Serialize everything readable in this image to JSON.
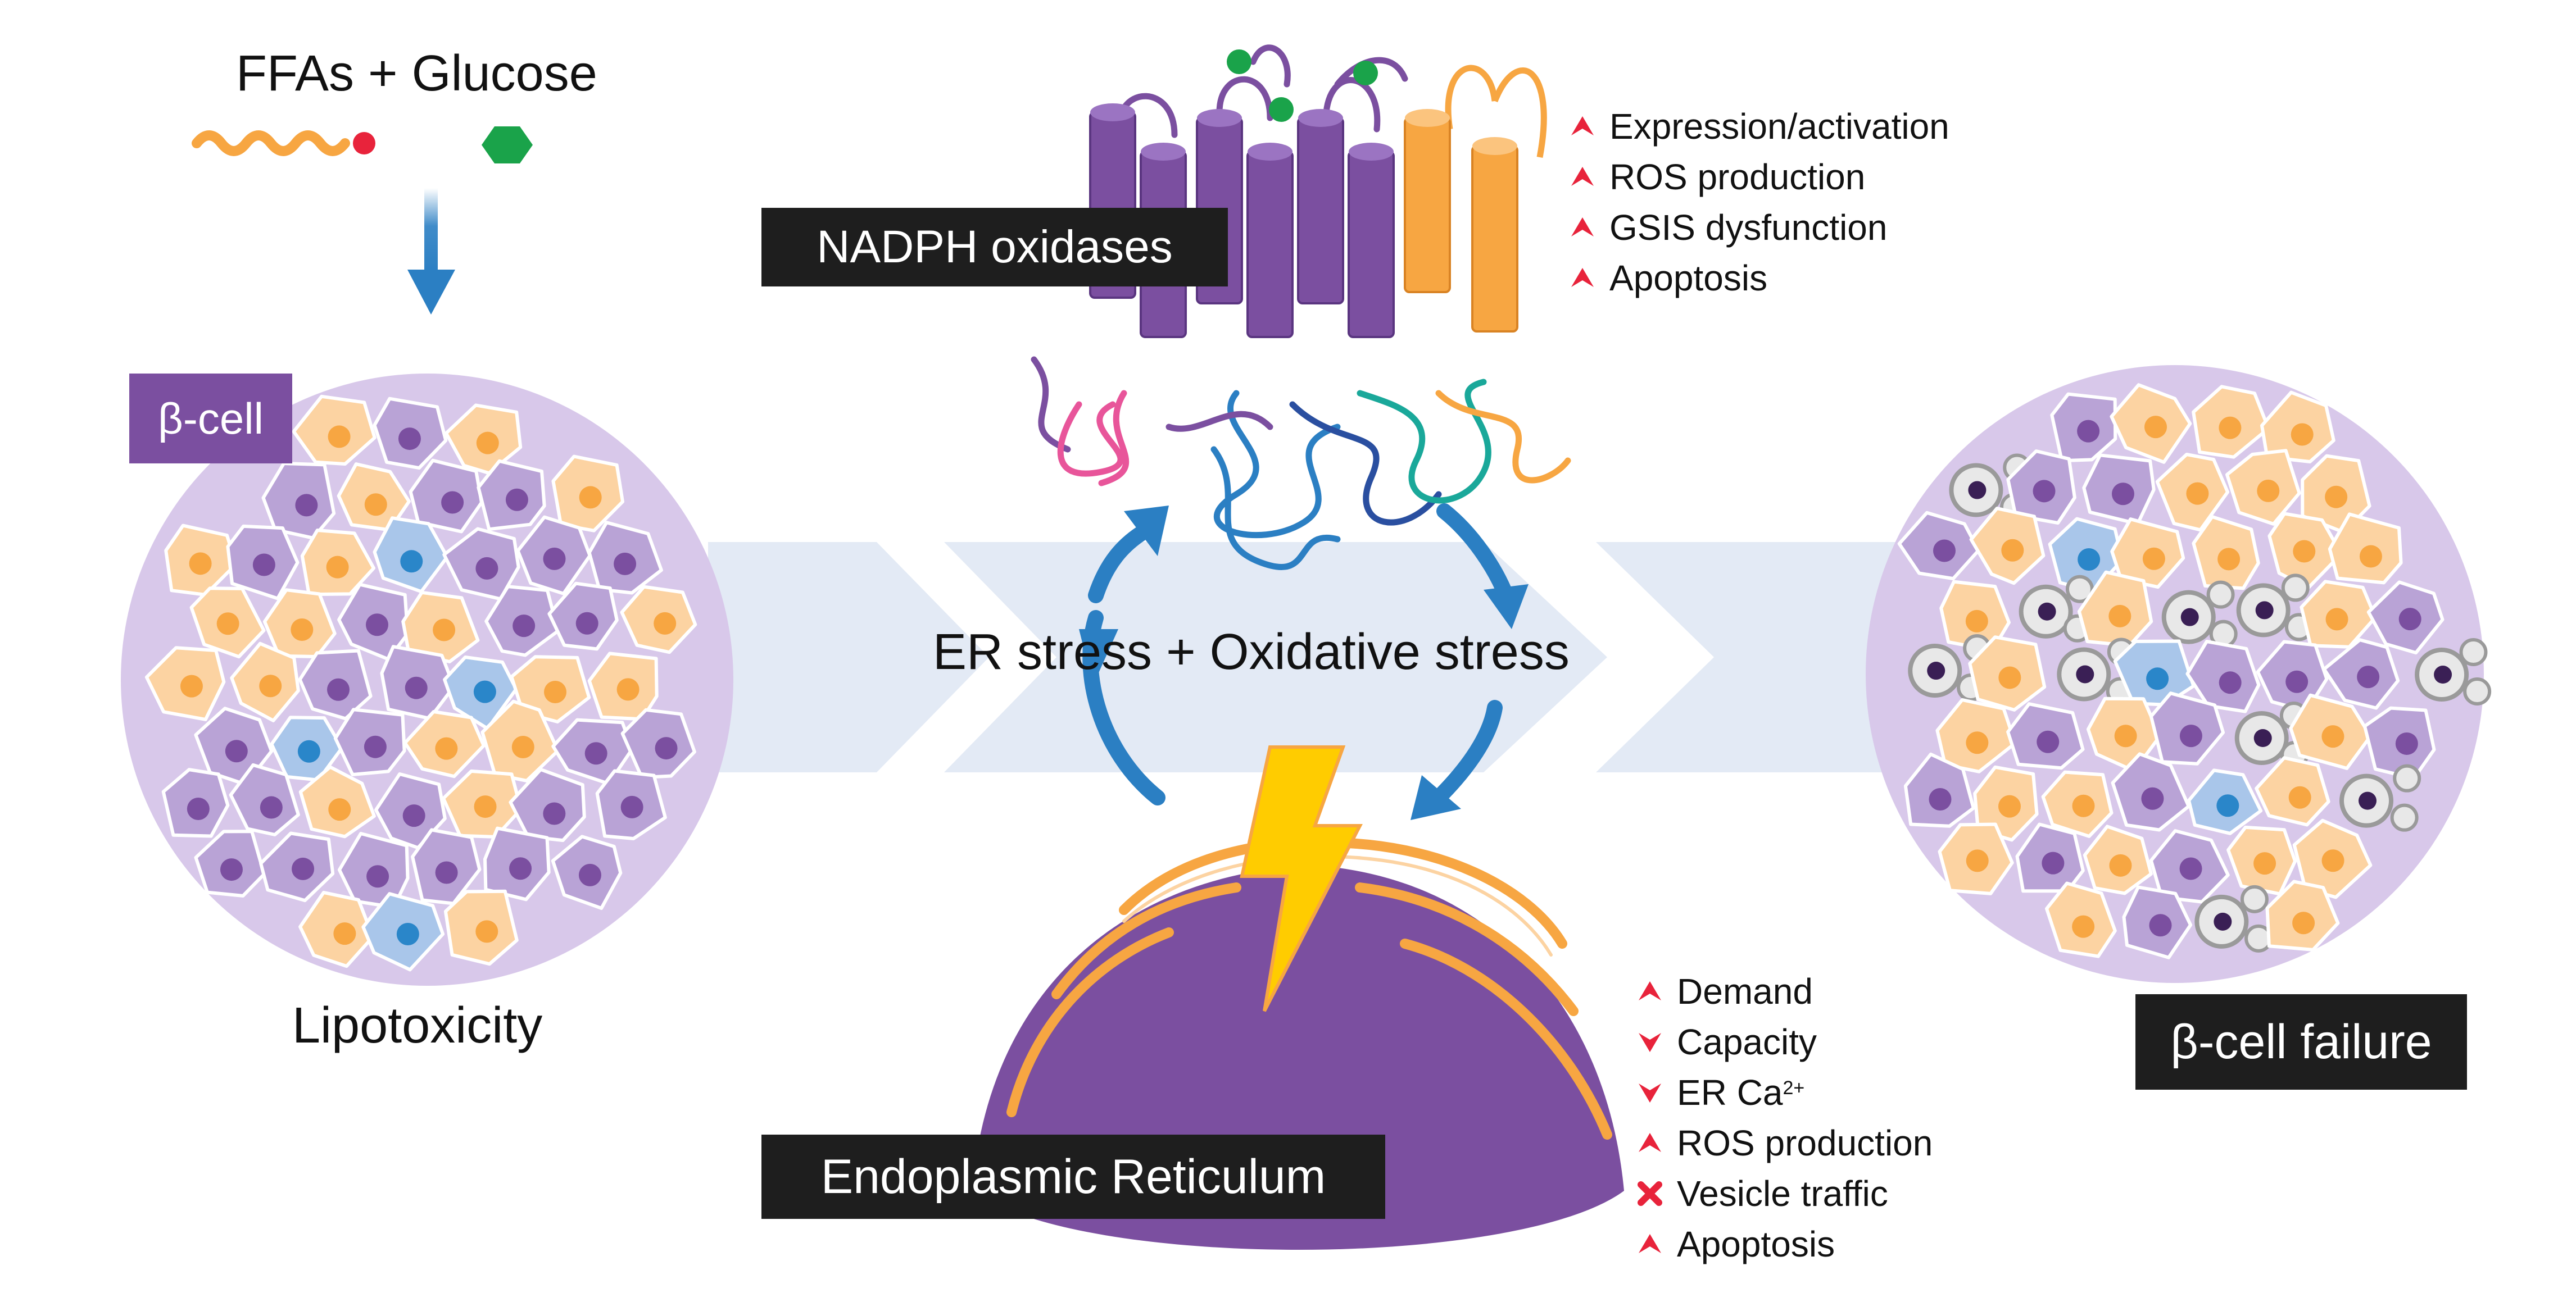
{
  "inputs": {
    "label": "FFAs + Glucose"
  },
  "labels": {
    "beta_cell": "β-cell",
    "lipotoxicity": "Lipotoxicity",
    "nadph_oxidases": "NADPH oxidases",
    "center_stress": "ER stress + Oxidative stress",
    "endoplasmic_reticulum": "Endoplasmic Reticulum",
    "beta_cell_failure": "β-cell failure"
  },
  "nox_effects": [
    {
      "icon": "up-chevron-icon",
      "text": "Expression/activation"
    },
    {
      "icon": "up-chevron-icon",
      "text": "ROS production"
    },
    {
      "icon": "up-chevron-icon",
      "text": "GSIS dysfunction"
    },
    {
      "icon": "up-chevron-icon",
      "text": "Apoptosis"
    }
  ],
  "er_effects": [
    {
      "icon": "up-chevron-icon",
      "text": "Demand"
    },
    {
      "icon": "down-chevron-icon",
      "text": "Capacity"
    },
    {
      "icon": "down-chevron-icon",
      "text": "ER Ca",
      "sup": "2+"
    },
    {
      "icon": "up-chevron-icon",
      "text": "ROS production"
    },
    {
      "icon": "cross-icon",
      "text": "Vesicle traffic"
    },
    {
      "icon": "up-chevron-icon",
      "text": "Apoptosis"
    }
  ],
  "colors": {
    "purple": "#7b4fa0",
    "light_purple": "#b9a3d6",
    "orange": "#f7a642",
    "light_orange": "#fcd3a2",
    "blue": "#2a86c9",
    "arrow_blue": "#2b7fc3",
    "band": "#e3eaf5",
    "red_icon": "#e8233b",
    "lightning": "#ffcc00",
    "label_bg": "#1e1e1e"
  }
}
